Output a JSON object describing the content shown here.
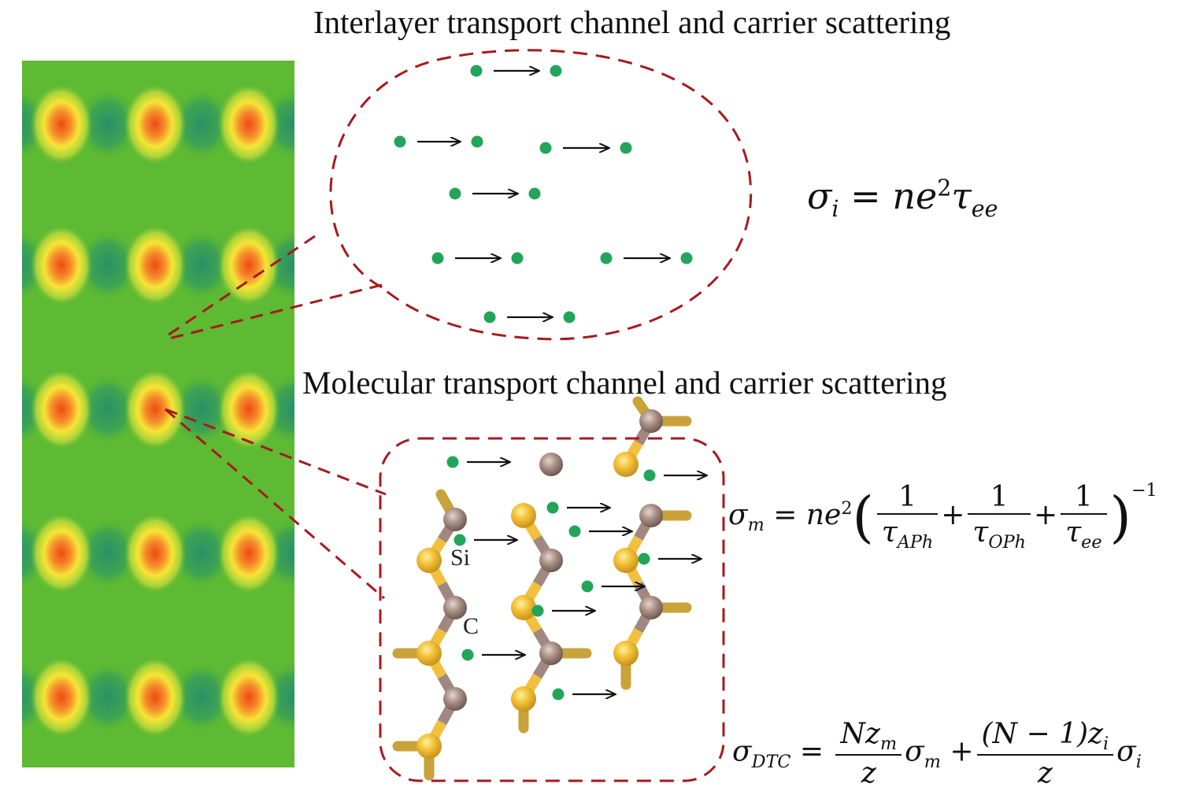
{
  "captions": {
    "interlayer": "Interlayer transport channel and carrier scattering",
    "molecular": "Molecular transport channel and carrier scattering"
  },
  "atom_labels": {
    "si": "Si",
    "c": "C"
  },
  "equations": {
    "sigma_i": {
      "lhs": "σ",
      "lhs_sub": "i",
      "rhs": "ne",
      "rhs_sup": "2",
      "tau": "τ",
      "tau_sub": "ee"
    },
    "sigma_m": {
      "lhs": "σ",
      "lhs_sub": "m",
      "ne": "ne",
      "ne_sup": "2",
      "one": "1",
      "tau": "τ",
      "t1_sub": "APh",
      "t2_sub": "OPh",
      "t3_sub": "ee",
      "plus": "+",
      "lparen": "(",
      "rparen": ")",
      "power": "−1"
    },
    "sigma_dtc": {
      "lhs": "σ",
      "lhs_sub": "DTC",
      "num1": "Nz",
      "num1_sub": "m",
      "den": "z",
      "term1": "σ",
      "term1_sub": "m",
      "num2": "(N − 1)z",
      "num2_sub": "i",
      "term2": "σ",
      "term2_sub": "i",
      "plus": "+"
    }
  },
  "colors": {
    "background_green": "#5dba32",
    "lobe_dark": "#2f9a63",
    "lobe_core": "#ef5a1c",
    "lobe_halo": "#f5e633",
    "dashed_outline": "#a8191e",
    "carrier_dot": "#22a55a",
    "silicon": "#f2c040",
    "carbon": "#a08880"
  }
}
